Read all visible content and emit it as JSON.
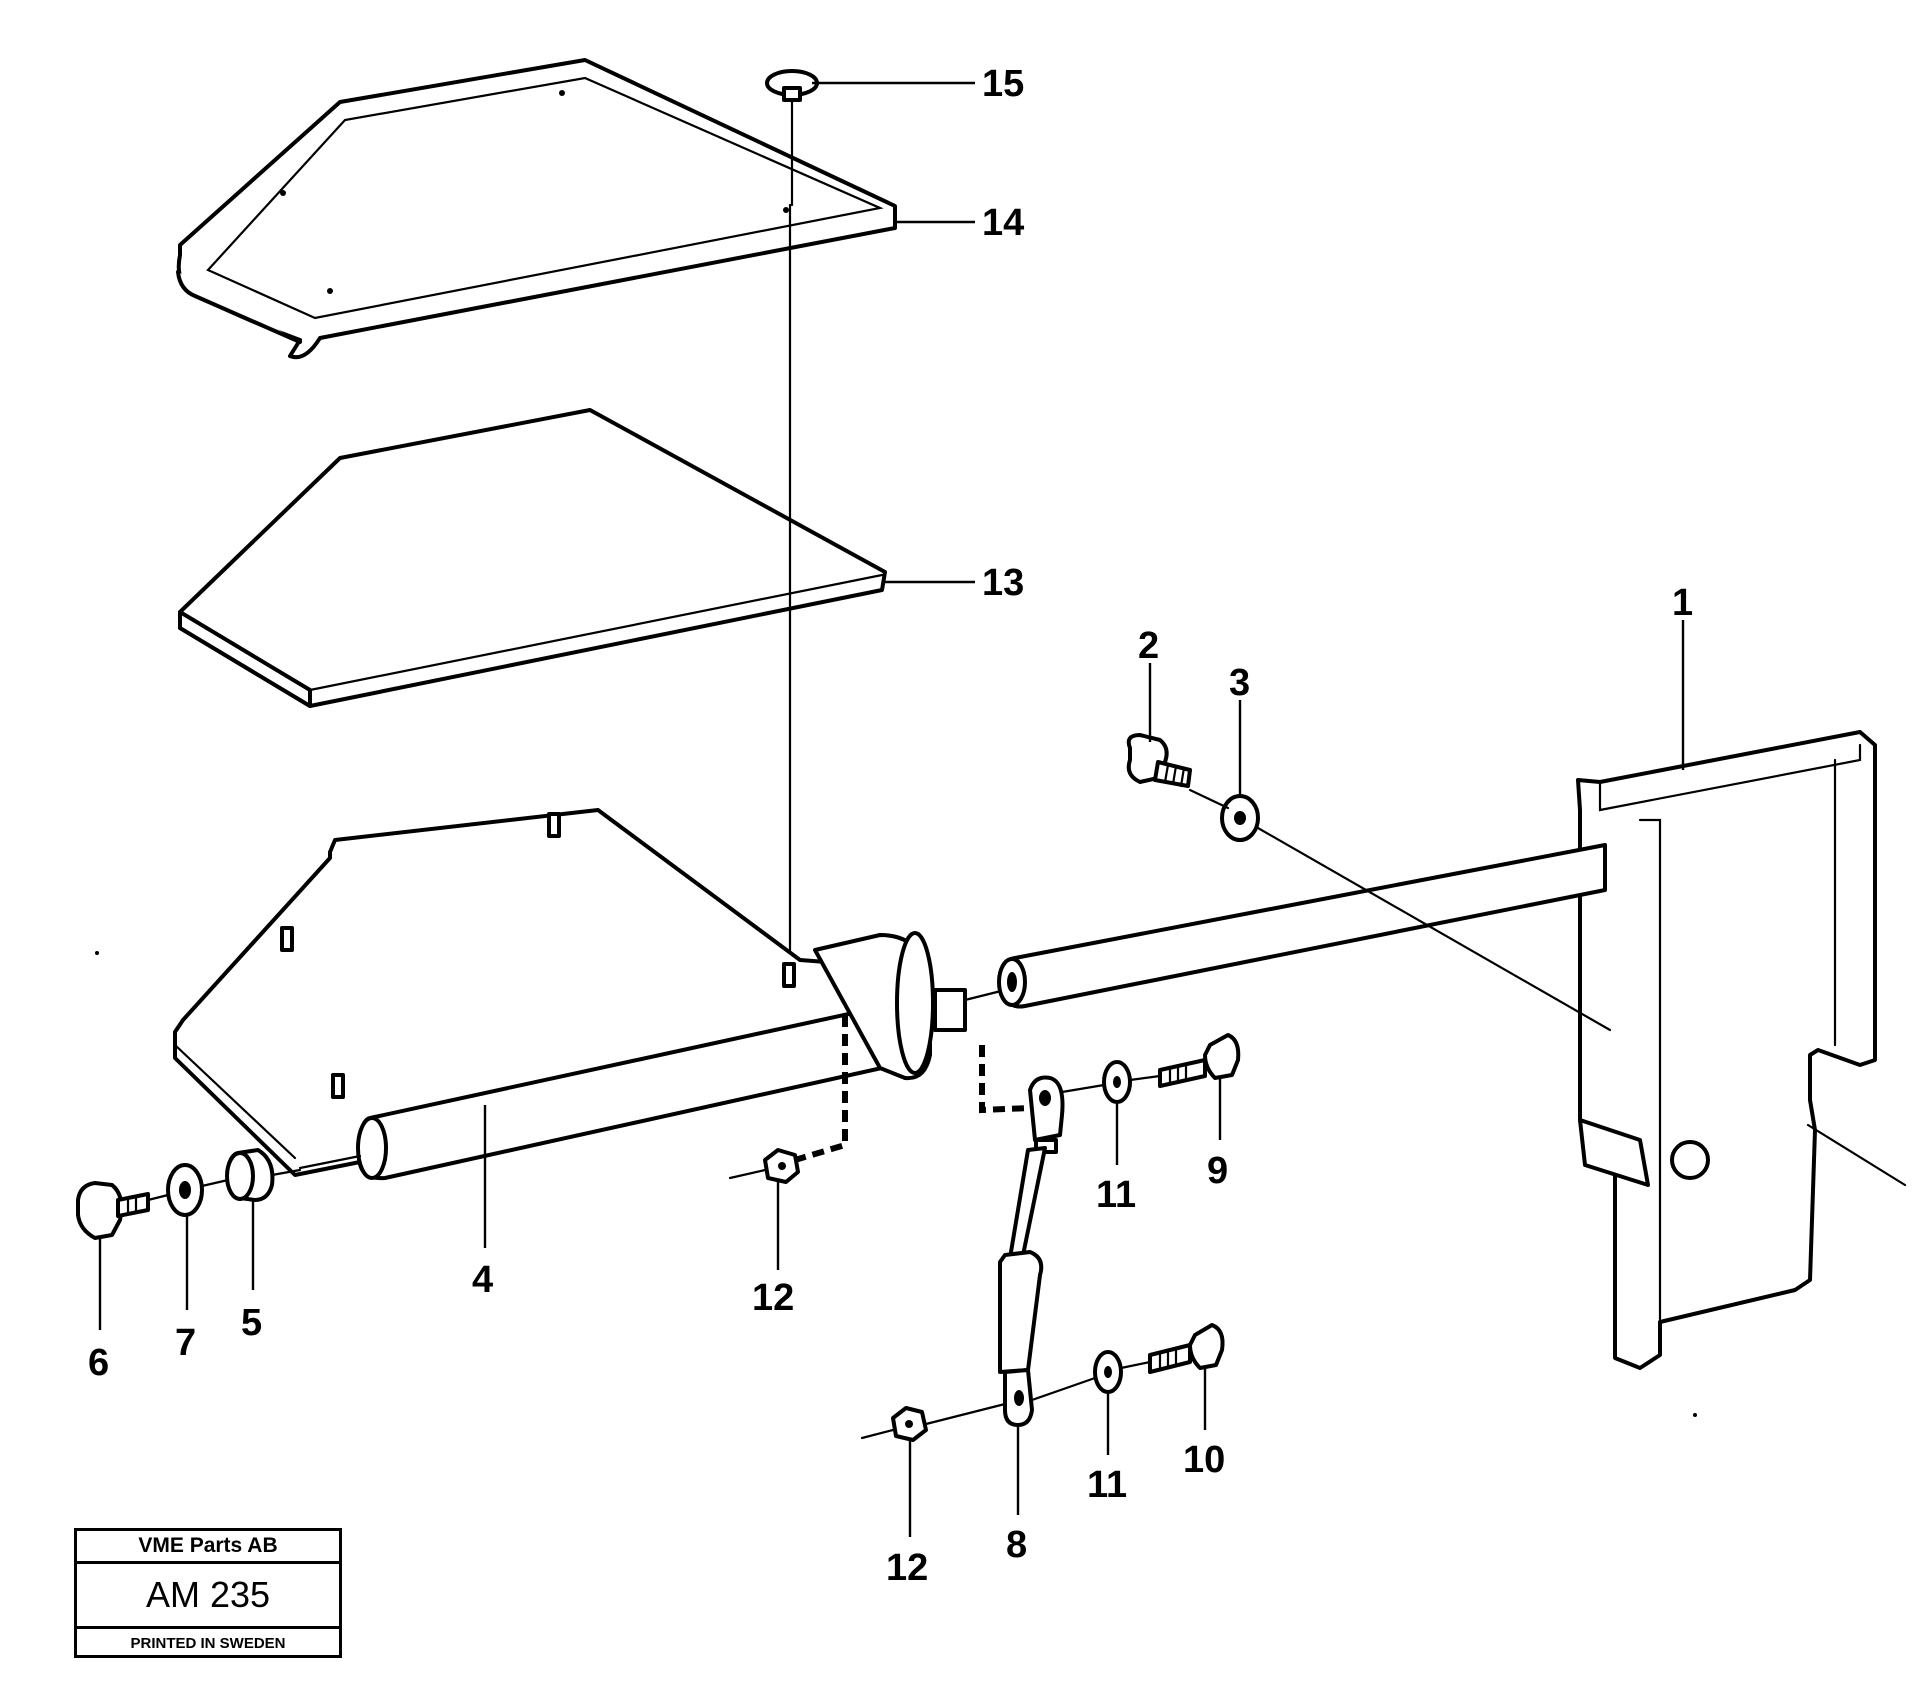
{
  "callouts": {
    "c1": "1",
    "c2": "2",
    "c3": "3",
    "c4": "4",
    "c5": "5",
    "c6": "6",
    "c7": "7",
    "c8": "8",
    "c9": "9",
    "c10": "10",
    "c11a": "11",
    "c11b": "11",
    "c12a": "12",
    "c12b": "12",
    "c13": "13",
    "c14": "14",
    "c15": "15"
  },
  "title_block": {
    "company": "VME Parts AB",
    "code": "AM 235",
    "printed": "PRINTED IN SWEDEN"
  }
}
